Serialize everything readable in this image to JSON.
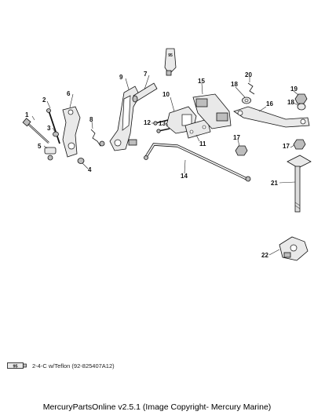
{
  "callouts": [
    "1",
    "2",
    "3",
    "4",
    "5",
    "6",
    "7",
    "8",
    "9",
    "10",
    "11",
    "12",
    "13",
    "14",
    "15",
    "16",
    "17",
    "17",
    "18",
    "18",
    "19",
    "20",
    "21",
    "22"
  ],
  "tube_label": "95",
  "legend": {
    "code": "95",
    "text": "2-4-C w/Teflon (92-825407A12)"
  },
  "footer": "MercuryPartsOnline v2.5.1 (Image Copyright- Mercury Marine)"
}
